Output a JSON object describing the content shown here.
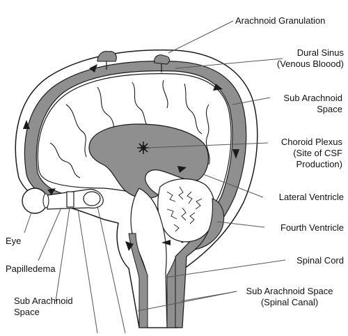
{
  "labels": {
    "arachnoid_granulation": "Arachnoid Granulation",
    "dural_sinus": "Dural Sinus\n(Venous Bloood)",
    "sub_arachnoid_space": "Sub Arachnoid\nSpace",
    "choroid_plexus": "Choroid Plexus\n(Site of CSF\nProduction)",
    "lateral_ventricle": "Lateral Ventricle",
    "fourth_ventricle": "Fourth Ventricle",
    "spinal_cord": "Spinal Cord",
    "sub_arachnoid_spinal": "Sub Arachnoid Space\n(Spinal Canal)",
    "eye": "Eye",
    "papilledema": "Papilledema",
    "sub_arachnoid_space_left": "Sub Arachnoid\nSpace"
  },
  "colors": {
    "csf_fill": "#8f8f8f",
    "tissue_fill": "#ffffff",
    "line": "#1a1a1a"
  }
}
